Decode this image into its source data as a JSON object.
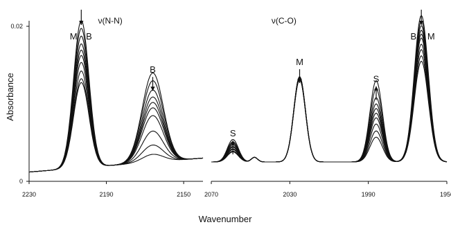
{
  "chart_data": {
    "type": "line",
    "ylabel": "Absorbance",
    "xlabel": "Wavenumber",
    "y_ticks": [
      "0",
      "0.02"
    ],
    "ylim": [
      0,
      0.02
    ],
    "grid": false,
    "line_color": "#111111",
    "panels": [
      {
        "label": "ν(N-N)",
        "xlim": [
          2230,
          2140
        ],
        "x_ticks": [
          "2230",
          "2190",
          "2150"
        ],
        "x_tick_values": [
          2230,
          2190,
          2150
        ],
        "peaks": [
          {
            "center": 2203,
            "width": 4.0,
            "heights": [
              0.019,
              0.018,
              0.017,
              0.016,
              0.0152,
              0.0145,
              0.0136,
              0.0125,
              0.0115,
              0.011
            ]
          },
          {
            "center": 2166,
            "width": 5.5,
            "heights": [
              0.0115,
              0.0105,
              0.0093,
              0.0084,
              0.0077,
              0.007,
              0.006,
              0.004,
              0.0022,
              0.001
            ]
          }
        ],
        "baseline": [
          0.0012,
          0.003
        ],
        "annotations": [
          {
            "text": "M",
            "x": 2207,
            "y": 0.0183,
            "arrow": false
          },
          {
            "text": "B",
            "x": 2199,
            "y": 0.0183,
            "arrow": false
          },
          {
            "text": "B",
            "x": 2166,
            "y": 0.014,
            "arrow": "down"
          }
        ],
        "top_arrow": {
          "x": 2203,
          "direction": "down"
        }
      },
      {
        "label": "ν(C-O)",
        "xlim": [
          2070,
          1950
        ],
        "x_ticks": [
          "2070",
          "2030",
          "1990",
          "1950"
        ],
        "x_tick_values": [
          2070,
          2030,
          1990,
          1950
        ],
        "peaks": [
          {
            "center": 2059,
            "width": 2.8,
            "heights": [
              0.0029,
              0.0026,
              0.0024,
              0.0022,
              0.002,
              0.0019,
              0.0017,
              0.0016,
              0.0014,
              0.0013
            ]
          },
          {
            "center": 2048,
            "width": 1.6,
            "heights": [
              0.0006,
              0.0006,
              0.0006,
              0.0006,
              0.0006,
              0.0006,
              0.0006,
              0.0006,
              0.0006,
              0.0006
            ]
          },
          {
            "center": 2025,
            "width": 3.0,
            "heights": [
              0.011,
              0.011,
              0.0109,
              0.0109,
              0.0108,
              0.0108,
              0.0108,
              0.0107,
              0.0107,
              0.0106
            ]
          },
          {
            "center": 1986,
            "width": 3.2,
            "heights": [
              0.0105,
              0.0094,
              0.0083,
              0.0075,
              0.0069,
              0.0063,
              0.0057,
              0.0049,
              0.004,
              0.0032
            ]
          },
          {
            "center": 1963,
            "width": 3.6,
            "heights": [
              0.0189,
              0.0182,
              0.0176,
              0.017,
              0.0165,
              0.016,
              0.0152,
              0.0145,
              0.0137,
              0.013
            ]
          }
        ],
        "baseline": [
          0.0025,
          0.0025
        ],
        "annotations": [
          {
            "text": "S",
            "x": 2059,
            "y": 0.0058,
            "arrow": "up"
          },
          {
            "text": "M",
            "x": 2025,
            "y": 0.015,
            "arrow": "down"
          },
          {
            "text": "S",
            "x": 1986,
            "y": 0.0128,
            "arrow": "up"
          },
          {
            "text": "B",
            "x": 1967,
            "y": 0.0183,
            "arrow": false
          },
          {
            "text": "M",
            "x": 1958,
            "y": 0.0183,
            "arrow": false
          }
        ],
        "top_arrow": {
          "x": 1963,
          "direction": "down"
        }
      }
    ]
  }
}
